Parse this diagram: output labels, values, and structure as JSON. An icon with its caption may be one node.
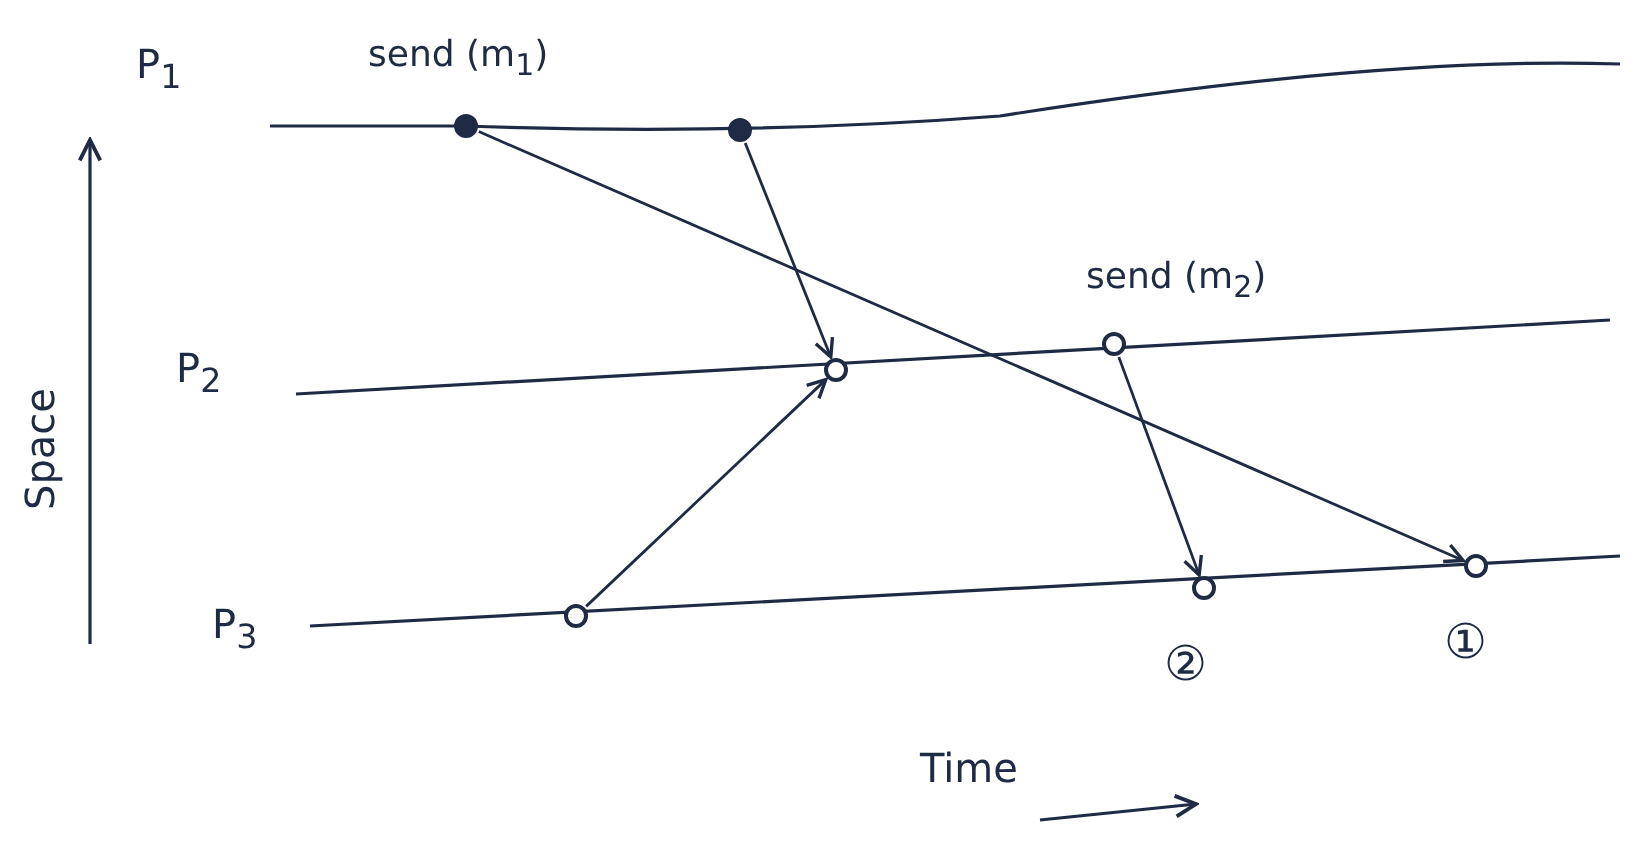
{
  "diagram": {
    "nodes": [
      {
        "text": [],
        "shape": "circle",
        "beside": [
          "send (m$_{1}$)"
        ]
      },
      {
        "text": [],
        "shape": "circle"
      },
      {
        "text": [],
        "shape": "circle"
      },
      {
        "text": [],
        "shape": "circle",
        "beside": [
          "send (m$_{2}$)"
        ]
      },
      {
        "text": [],
        "shape": "circle"
      },
      {
        "text": [],
        "shape": "circle",
        "beside": [
          "②"
        ]
      },
      {
        "text": [],
        "shape": "circle",
        "beside": [
          "①"
        ]
      }
    ],
    "edges": [
      {
        "from": 0,
        "to": 6,
        "arrow": "to"
      },
      {
        "from": 1,
        "to": 2,
        "arrow": "to"
      },
      {
        "from": 4,
        "to": 2,
        "arrow": "to"
      },
      {
        "from": 3,
        "to": 5,
        "arrow": "to"
      }
    ],
    "labels": [
      "P$_{1}$",
      "P$_{2}$",
      "P$_{3}$",
      "Space",
      "Time"
    ]
  }
}
